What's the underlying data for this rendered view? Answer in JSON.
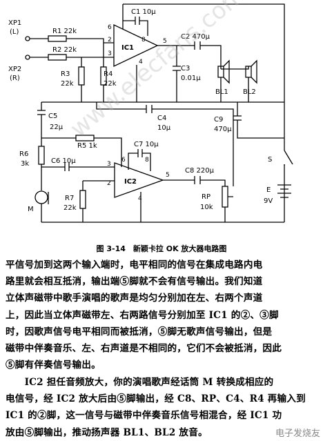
{
  "labels": {
    "xp1": "XP1",
    "xp1_sub": "(L)",
    "xp2": "XP2",
    "xp2_sub": "(R)",
    "r1": "R1 22k",
    "r2": "R2 22k",
    "r3": "R3",
    "r3_val": "22k",
    "r4": "R4",
    "r4_val": "22k",
    "c1": "C1 10μ",
    "c2": "C2 470μ",
    "c3": "C3",
    "c3_val": "0.01μ",
    "bl1": "BL1",
    "bl2": "BL2",
    "c5": "C5",
    "c5_val": "22μ",
    "c4": "C4",
    "c4_val": "10μ",
    "c9": "C9",
    "c9_val": "470μ",
    "r5": "R5 1k",
    "r6": "R6",
    "r6_val": "3k",
    "c6": "C6 10μ",
    "c7": "C7 10μ",
    "c8": "C8 220μ",
    "r7": "R7",
    "r7_val": "22k",
    "rp": "RP",
    "rp_val": "10k",
    "mic": "M",
    "switch": "S",
    "battery": "E",
    "battery_val": "9V",
    "ic1": "IC1",
    "ic2": "IC2",
    "pin2": "2",
    "pin3": "3",
    "pin4": "4",
    "pin5": "5",
    "pin6": "6",
    "pin8": "8",
    "pin2b": "2",
    "pin3b": "3",
    "pin4b": "4",
    "pin5b": "5",
    "pin6b": "6",
    "pin8b": "8"
  },
  "caption": "图 3-14　新颖卡拉 OK 放大器电路图",
  "paragraph1": [
    "平信号加到这两个输入端时，电平相同的信号在集成电路内电",
    "路里就会相互抵消，输出端⑤脚就不会有信号输出。我们知道",
    "立体声磁带中歌手演唱的歌声是均匀分别加在左、右两个声道",
    "上，因此当立体声磁带左、右两路信号分别加至 IC1 的②、③脚",
    "时，因歌声信号电平相同而被抵消，⑤脚无歌声信号输出，但是",
    "磁带中伴奏音乐、左、右声道是不相同的，它们不会被抵消，因此",
    "⑤脚有伴奏信号输出。"
  ],
  "paragraph2": [
    "　　IC2 担任音频放大，你的演唱歌声经话筒 M 转换成相应的",
    "电信号，经 IC2 放大后由⑤脚输出，经 C8、RP、C4、R4 再输入到",
    "IC1 的②脚，这一信号与磁带中伴奏音乐信号相混合，经 IC1 功",
    "放由⑤脚输出，推动扬声器 BL1、BL2 放音。"
  ],
  "watermark": "www.elecfans.com",
  "corner_logo": "电子发烧友"
}
